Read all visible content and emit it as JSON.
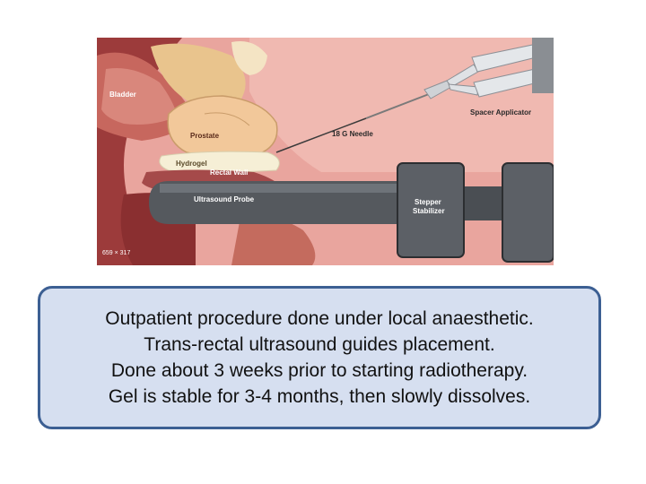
{
  "illustration": {
    "labels": {
      "bladder": "Bladder",
      "prostate": "Prostate",
      "hydrogel": "Hydrogel",
      "rectal_wall": "Rectal Wall",
      "ultrasound_probe": "Ultrasound Probe",
      "needle": "18 G Needle",
      "spacer_applicator": "Spacer Applicator",
      "stepper_line1": "Stepper",
      "stepper_line2": "Stabilizer",
      "dimensions": "659 × 317"
    },
    "icons": [
      "spacer-applicator-icon",
      "needle-icon",
      "ultrasound-probe-icon",
      "stepper-stabilizer-icon"
    ]
  },
  "caption": {
    "lines": [
      "Outpatient procedure done under local anaesthetic.",
      "Trans-rectal ultrasound guides placement.",
      "Done about 3 weeks prior to starting radiotherapy.",
      "Gel is stable for 3-4 months, then slowly dissolves."
    ]
  },
  "colors": {
    "box_fill": "#d6dff0",
    "box_border": "#3c5f93",
    "tissue_pink": "#e8a19a",
    "probe_gray": "#55595e"
  }
}
